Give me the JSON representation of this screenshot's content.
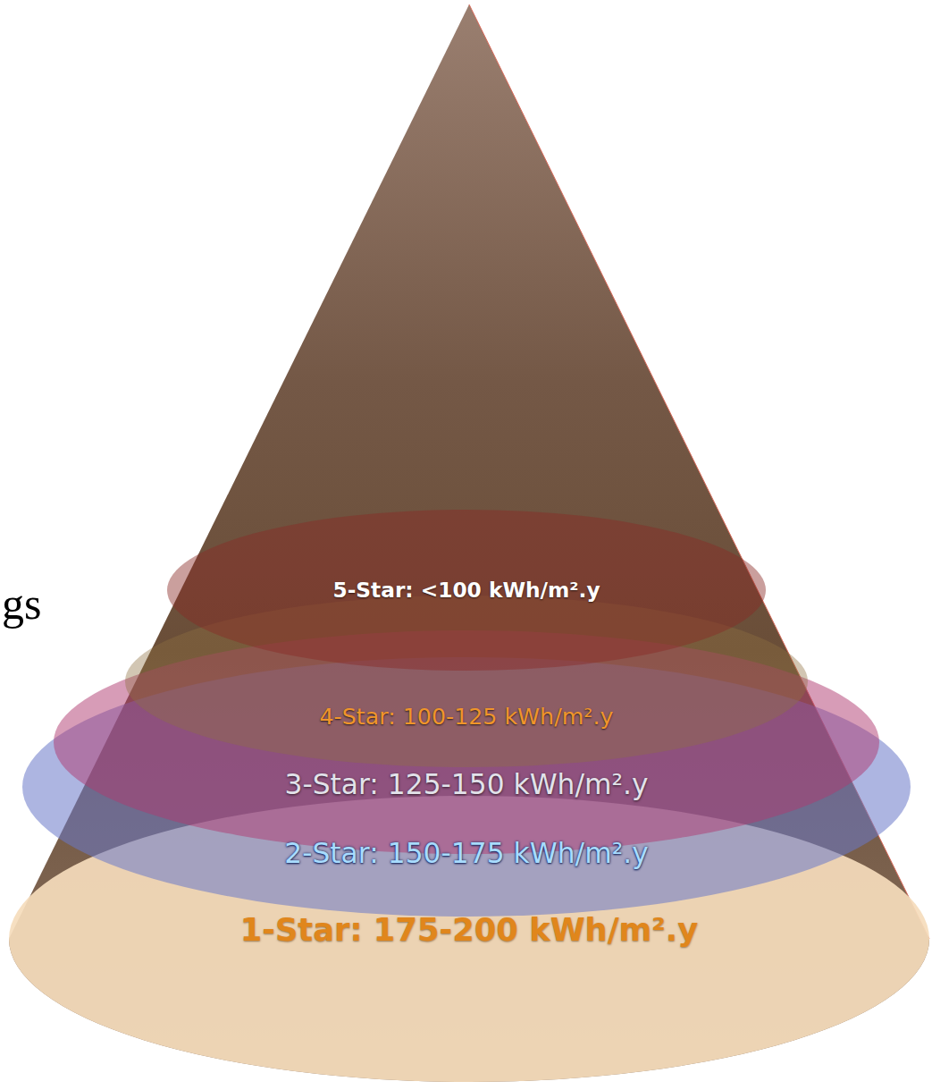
{
  "diagram": {
    "nodes": [
      {
        "text": [
          "5-Star: <100 kWh/m².y"
        ]
      },
      {
        "text": [
          "4-Star: 100-125 kWh/m².y"
        ]
      },
      {
        "text": [
          "3-Star: 125-150 kWh/m².y"
        ]
      },
      {
        "text": [
          "2-Star: 150-175 kWh/m².y"
        ]
      },
      {
        "text": [
          "1-Star: 175-200 kWh/m².y"
        ]
      }
    ],
    "labels": [
      "gs"
    ]
  }
}
